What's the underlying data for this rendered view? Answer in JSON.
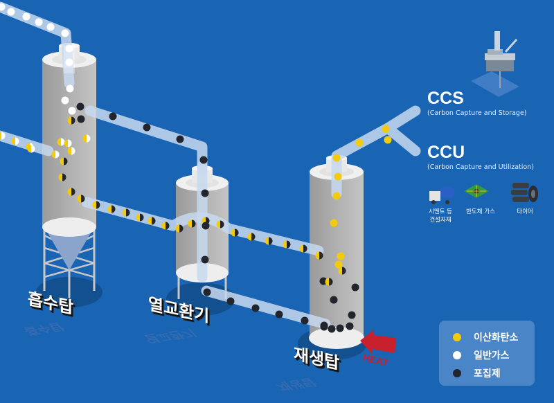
{
  "diagram": {
    "towers": [
      {
        "id": "absorber",
        "label": "흡수탑"
      },
      {
        "id": "heat-exchanger",
        "label": "열교환기"
      },
      {
        "id": "regenerator",
        "label": "재생탑"
      }
    ],
    "heat_label": "HEAT",
    "outputs": [
      {
        "id": "ccs",
        "title": "CCS",
        "subtitle": "(Carbon Capture and Storage)"
      },
      {
        "id": "ccu",
        "title": "CCU",
        "subtitle": "(Carbon Capture and Utilization)"
      }
    ],
    "utilization_uses": [
      {
        "id": "cement",
        "icon": "cement-truck-icon",
        "label_line1": "시멘트 등",
        "label_line2": "건설자재"
      },
      {
        "id": "semiconductor",
        "icon": "chip-icon",
        "label_line1": "반도체 가스",
        "label_line2": ""
      },
      {
        "id": "tire",
        "icon": "tire-icon",
        "label_line1": "타이어",
        "label_line2": ""
      }
    ],
    "storage_icon": "offshore-platform-icon"
  },
  "legend": {
    "items": [
      {
        "label": "이산화탄소",
        "color": "#f2cc0c"
      },
      {
        "label": "일반가스",
        "color": "#ffffff"
      },
      {
        "label": "포집제",
        "color": "#22262c"
      }
    ]
  },
  "colors": {
    "background": "#1a64b4",
    "pipe": "#c8d8ee",
    "tower": "#b4b4b4",
    "co2": "#f2cc0c",
    "gas": "#ffffff",
    "absorbent": "#22262c",
    "heat_arrow": "#c8202c"
  }
}
